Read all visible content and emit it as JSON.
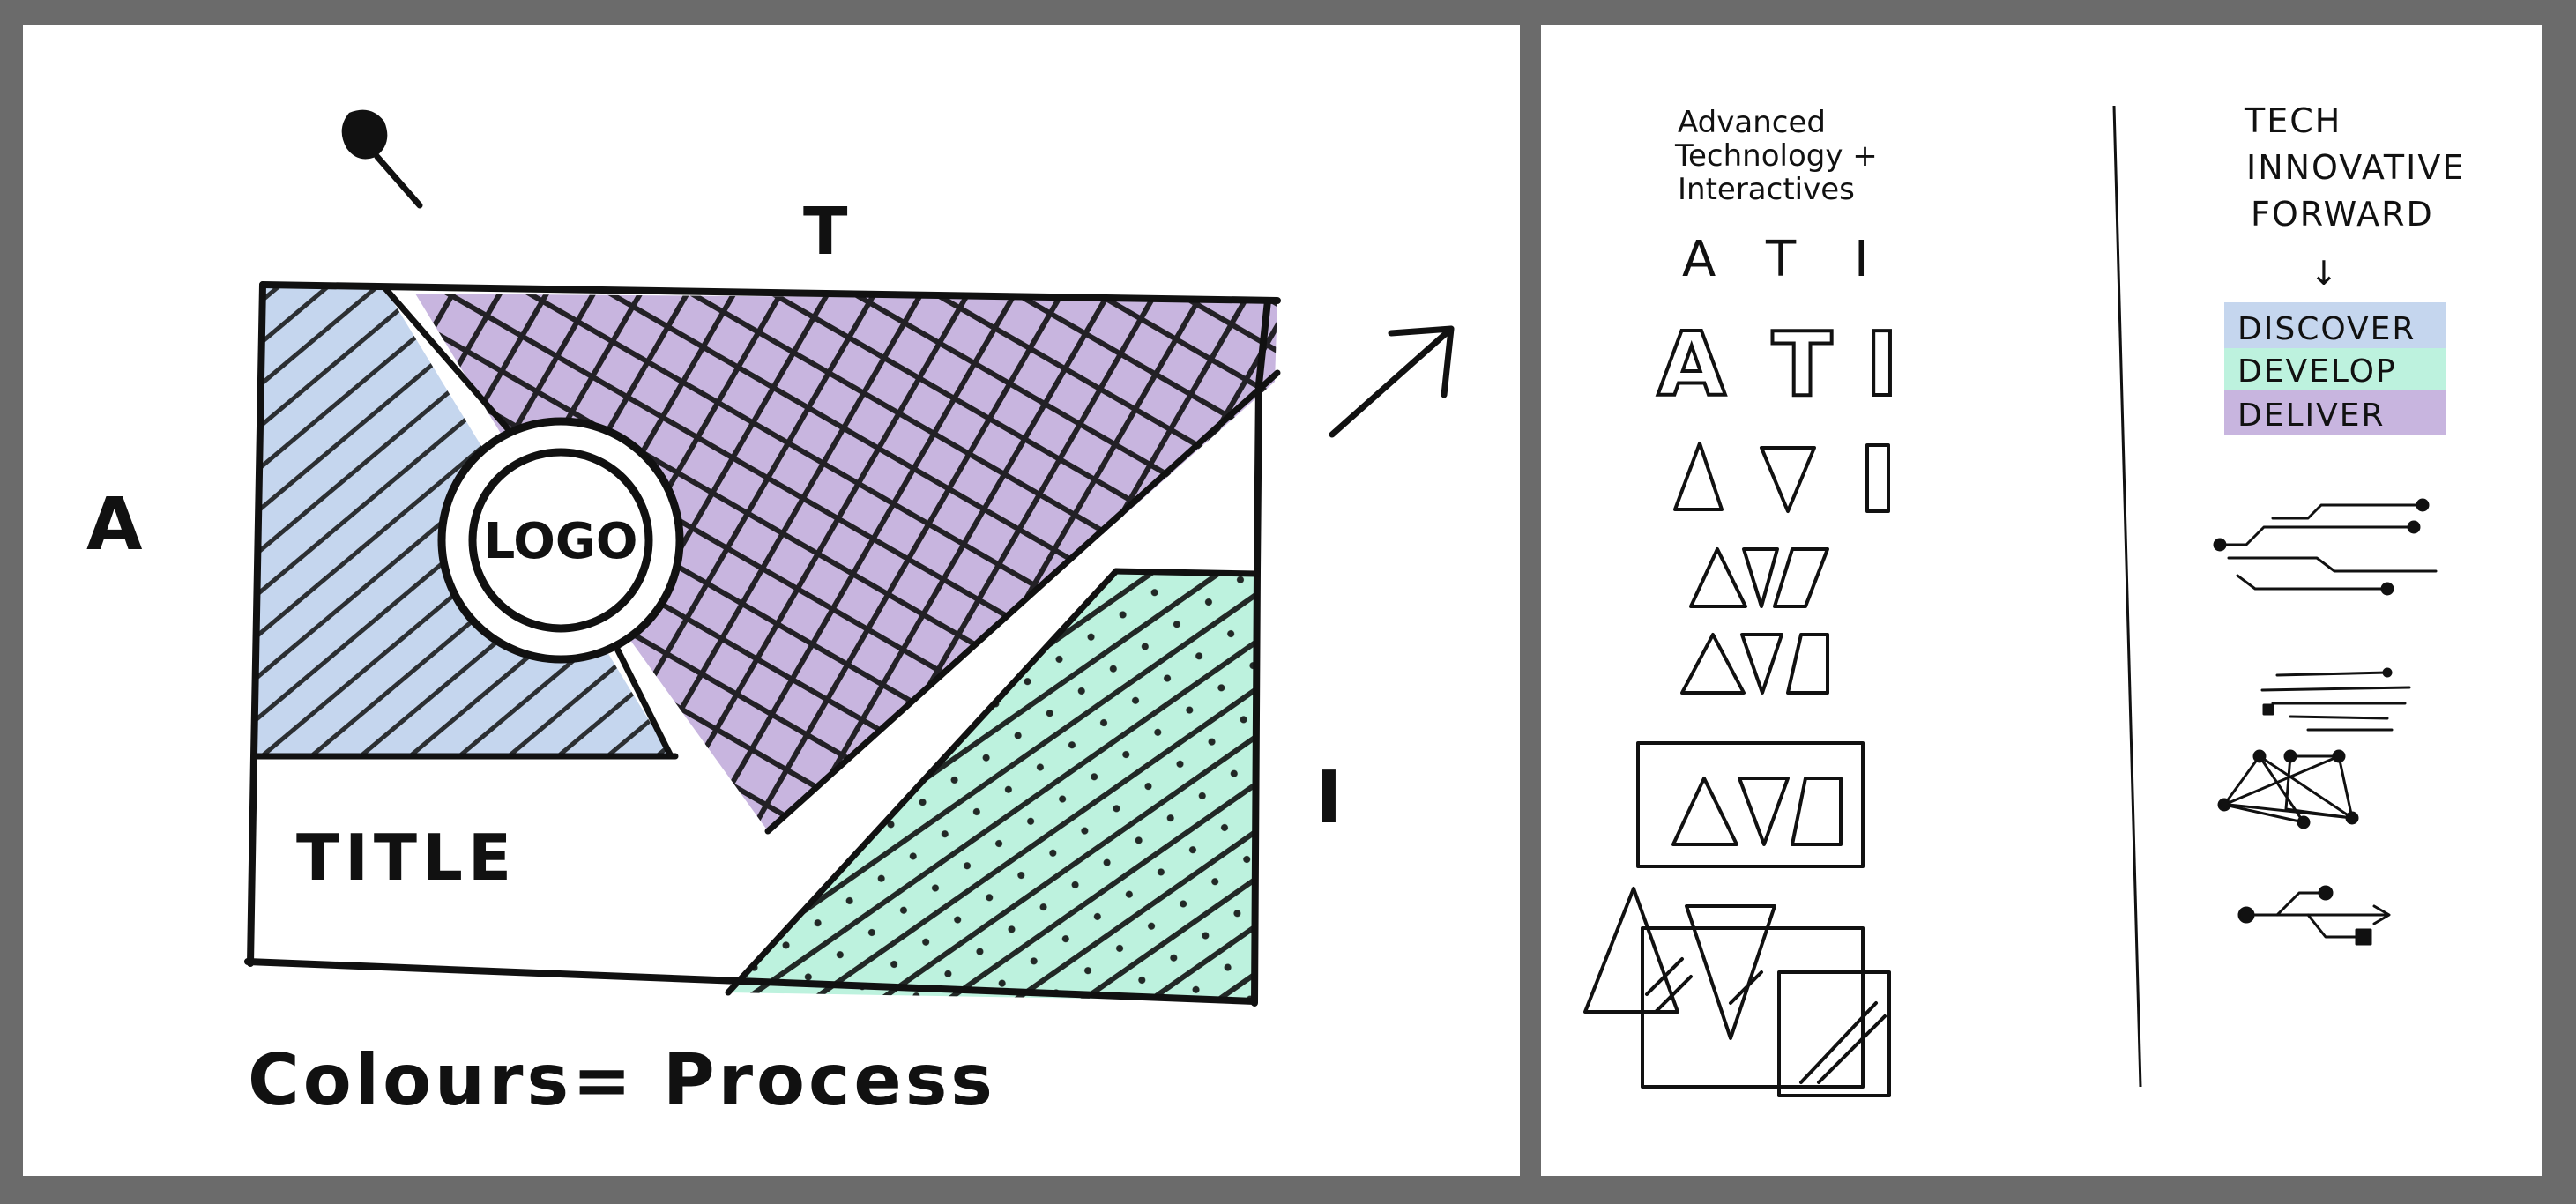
{
  "left_sketch": {
    "letter_a": "A",
    "letter_t": "T",
    "letter_i": "I",
    "logo_label": "LOGO",
    "title_label": "TITLE",
    "caption": "Colours= Process",
    "colors": {
      "blue": "#c5d6ee",
      "purple": "#c8b5df",
      "green": "#bdf2de",
      "ink": "#111111"
    }
  },
  "right_sketch": {
    "acronym_lines": [
      "Advanced",
      "Technology +",
      "Interactives"
    ],
    "small_letters": [
      "A",
      "T",
      "I"
    ],
    "outline_letters": [
      "A",
      "T",
      "I"
    ],
    "tagline_lines": [
      "TECH",
      "INNOVATIVE",
      "FORWARD"
    ],
    "arrow": "↓",
    "process_steps": [
      {
        "label": "DISCOVER",
        "color": "#c5d6ee"
      },
      {
        "label": "DEVELOP",
        "color": "#bdf2de"
      },
      {
        "label": "DELIVER",
        "color": "#c8b5df"
      }
    ]
  }
}
